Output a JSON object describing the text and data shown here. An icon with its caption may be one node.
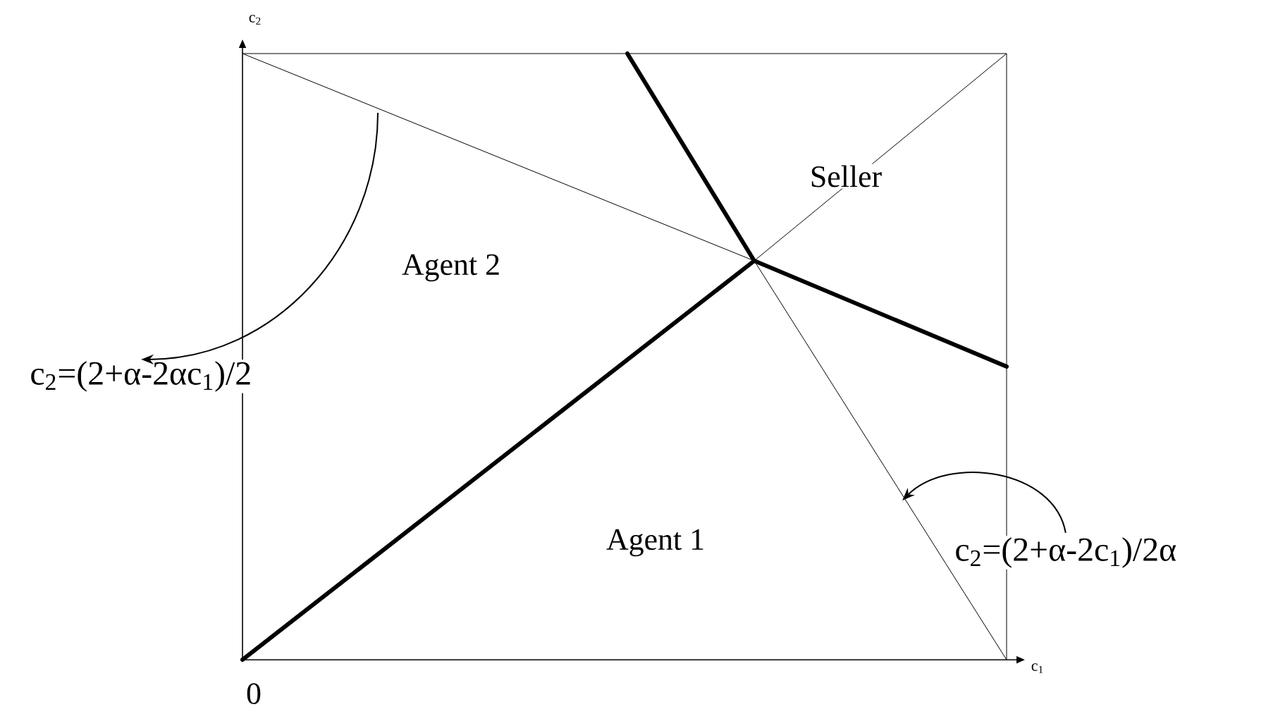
{
  "diagram": {
    "nodes": [
      {
        "text": [
          "c$_{2}$=(2+α-2αc$_{1}$)/2"
        ]
      },
      {
        "text": [
          "c$_{2}$=(2+α-2c$_{1}$)/2α"
        ]
      }
    ],
    "edges": [
      {
        "from": null,
        "to": 0,
        "arrow": "to"
      },
      {
        "from": 1,
        "to": null,
        "arrow": "to"
      }
    ],
    "labels": [
      "c$_{2}$",
      "Seller",
      "Agent 2",
      "Agent 1",
      "c$_{1}$",
      "0"
    ]
  }
}
